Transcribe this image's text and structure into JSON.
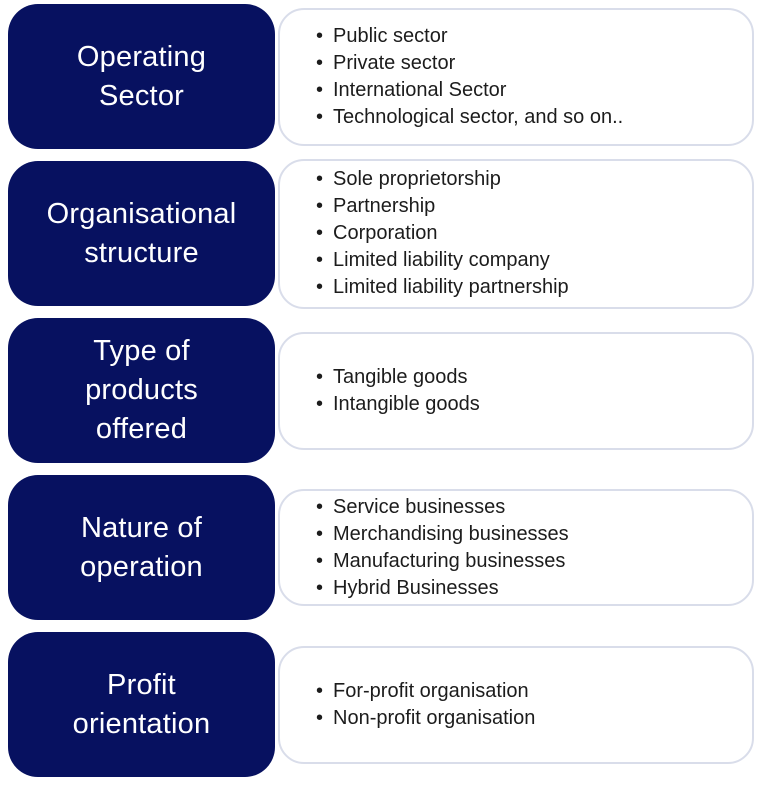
{
  "diagram": {
    "colors": {
      "category_bg": "#071160",
      "category_text": "#ffffff",
      "panel_border": "#d9ddea",
      "panel_bg": "#ffffff",
      "bullet_text": "#1c1c1c"
    },
    "rows": [
      {
        "label": "Operating\nSector",
        "items": [
          "Public sector",
          "Private sector",
          "International Sector",
          "Technological sector, and so on.."
        ]
      },
      {
        "label": "Organisational\nstructure",
        "items": [
          "Sole proprietorship",
          "Partnership",
          "Corporation",
          "Limited liability company",
          "Limited liability partnership"
        ]
      },
      {
        "label": "Type of\nproducts\noffered",
        "items": [
          "Tangible goods",
          "Intangible goods"
        ]
      },
      {
        "label": "Nature of\noperation",
        "items": [
          "Service businesses",
          "Merchandising businesses",
          "Manufacturing businesses",
          "Hybrid Businesses"
        ]
      },
      {
        "label": "Profit\norientation",
        "items": [
          "For-profit organisation",
          "Non-profit organisation"
        ]
      }
    ]
  }
}
